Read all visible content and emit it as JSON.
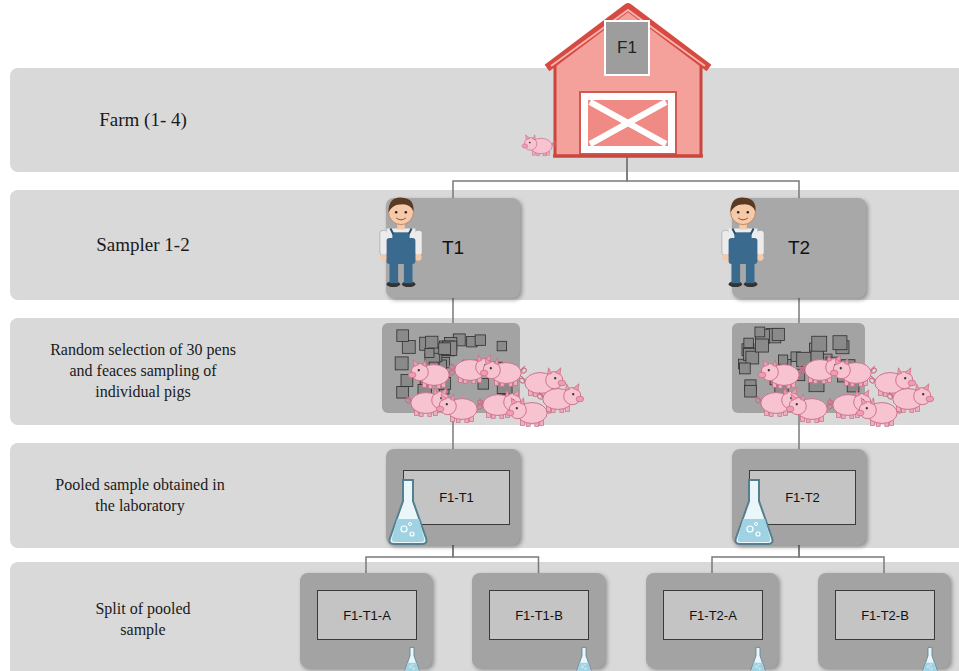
{
  "diagram": {
    "nodes": [
      {
        "text": [
          "Farm (1- 4)"
        ]
      },
      {
        "text": [
          "F1"
        ]
      },
      {
        "text": [
          "Sampler 1-2"
        ]
      },
      {
        "text": [
          "T1"
        ],
        "in": 2
      },
      {
        "text": [
          "T2"
        ],
        "in": 2
      },
      {
        "text": [
          "Random selection of 30 pens and feaces sampling of individual pigs"
        ]
      },
      {
        "text": [
          "Pooled sample obtained in the laboratory"
        ]
      },
      {
        "text": [
          "F1-T1"
        ],
        "in": 6
      },
      {
        "text": [
          "F1-T2"
        ],
        "in": 6
      },
      {
        "text": [
          "Split of pooled sample"
        ]
      },
      {
        "text": [
          "F1-T1-A"
        ],
        "in": 9
      },
      {
        "text": [
          "F1-T1-B"
        ],
        "in": 9
      },
      {
        "text": [
          "F1-T2-A"
        ],
        "in": 9
      },
      {
        "text": [
          "F1-T2-B"
        ],
        "in": 9
      }
    ],
    "edges": [
      {
        "from": 1,
        "to": 3,
        "arrow": "none"
      },
      {
        "from": 1,
        "to": 4,
        "arrow": "none"
      },
      {
        "from": 3,
        "to": 7,
        "arrow": "none"
      },
      {
        "from": 4,
        "to": 8,
        "arrow": "none"
      },
      {
        "from": 7,
        "to": 10,
        "arrow": "none"
      },
      {
        "from": 7,
        "to": 11,
        "arrow": "none"
      },
      {
        "from": 8,
        "to": 12,
        "arrow": "none"
      },
      {
        "from": 8,
        "to": 13,
        "arrow": "none"
      }
    ]
  }
}
